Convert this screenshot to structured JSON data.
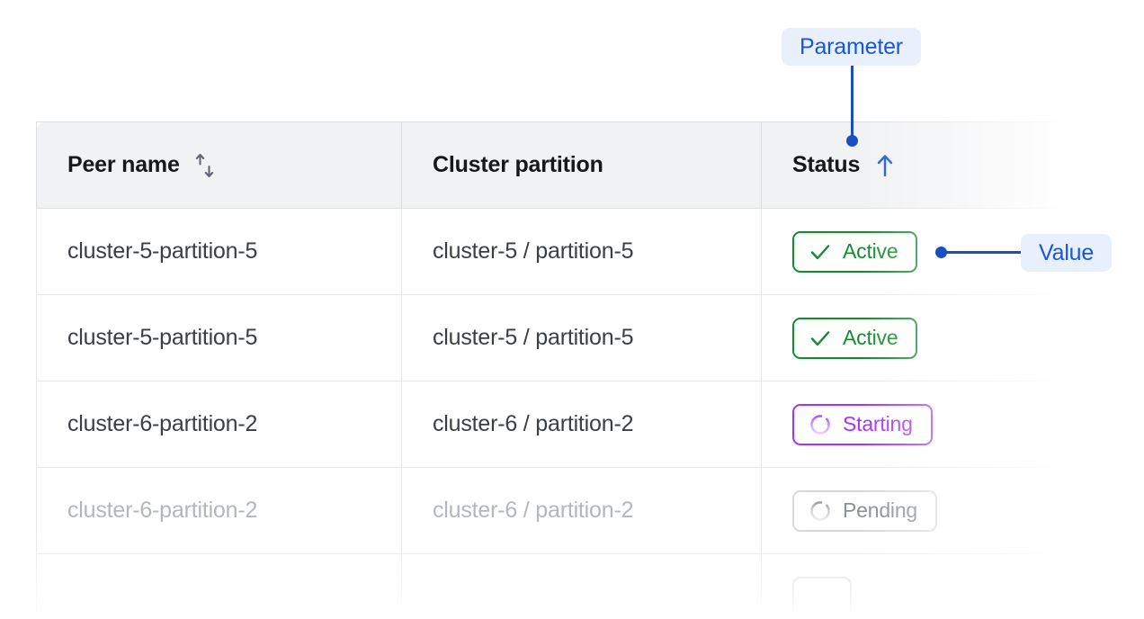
{
  "table": {
    "columns": [
      {
        "label": "Peer name",
        "sort_icon": "sort-updown-icon",
        "sort_state": "none"
      },
      {
        "label": "Cluster partition",
        "sort_icon": null,
        "sort_state": "none"
      },
      {
        "label": "Status",
        "sort_icon": "arrow-up-icon",
        "sort_state": "ascending"
      }
    ],
    "rows": [
      {
        "peer_name": "cluster-5-partition-5",
        "cluster_partition": "cluster-5 / partition-5",
        "status": {
          "label": "Active",
          "icon": "check-icon",
          "variant": "active"
        },
        "dimmed": false
      },
      {
        "peer_name": "cluster-5-partition-5",
        "cluster_partition": "cluster-5 / partition-5",
        "status": {
          "label": "Active",
          "icon": "check-icon",
          "variant": "active"
        },
        "dimmed": false
      },
      {
        "peer_name": "cluster-6-partition-2",
        "cluster_partition": "cluster-6 / partition-2",
        "status": {
          "label": "Starting",
          "icon": "spinner-icon",
          "variant": "starting"
        },
        "dimmed": false
      },
      {
        "peer_name": "cluster-6-partition-2",
        "cluster_partition": "cluster-6 / partition-2",
        "status": {
          "label": "Pending",
          "icon": "spinner-icon",
          "variant": "pending"
        },
        "dimmed": true
      }
    ]
  },
  "callouts": {
    "parameter": {
      "label": "Parameter",
      "target": "status-column-header"
    },
    "value": {
      "label": "Value",
      "target": "status-chip-row-1"
    }
  },
  "colors": {
    "callout_text": "#1a56db",
    "callout_bg": "#e8f0fe",
    "connector": "#1a4fc4",
    "active": "#118c2e",
    "starting": "#a635f5",
    "pending": "#8a9097",
    "header_bg": "#f1f2f4",
    "header_text": "#17181a",
    "cell_text": "#3a3f45",
    "cell_text_dim": "#b3b7bb",
    "border": "#e6e8ea"
  }
}
